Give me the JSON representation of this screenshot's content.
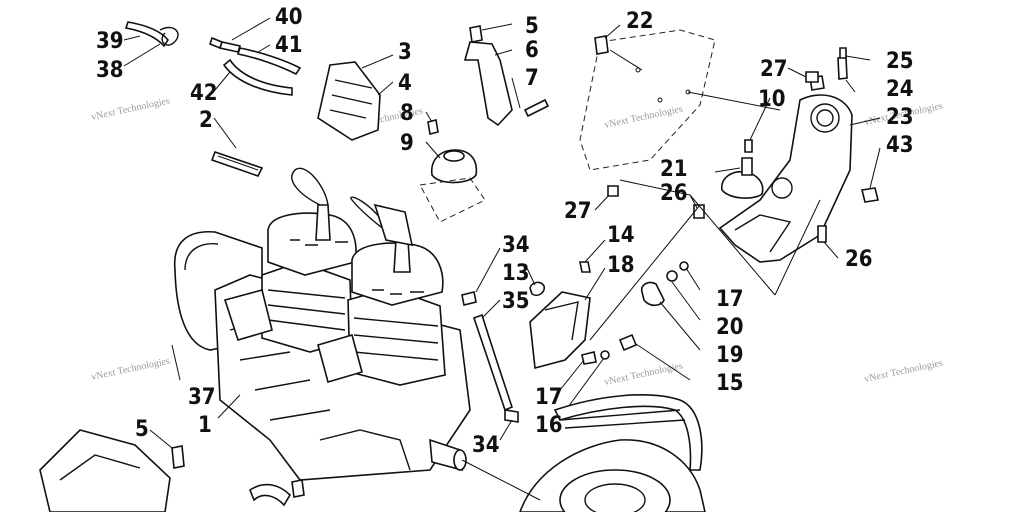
{
  "callouts": {
    "n1": "1",
    "n2": "2",
    "n3": "3",
    "n4": "4",
    "n5a": "5",
    "n5b": "5",
    "n6": "6",
    "n7": "7",
    "n8": "8",
    "n9": "9",
    "n10": "10",
    "n13": "13",
    "n14": "14",
    "n15": "15",
    "n16": "16",
    "n17a": "17",
    "n17b": "17",
    "n18": "18",
    "n19": "19",
    "n20": "20",
    "n21": "21",
    "n22": "22",
    "n23": "23",
    "n24": "24",
    "n25": "25",
    "n26a": "26",
    "n26b": "26",
    "n27a": "27",
    "n27b": "27",
    "n34a": "34",
    "n34b": "34",
    "n35": "35",
    "n37": "37",
    "n38": "38",
    "n39": "39",
    "n40": "40",
    "n41": "41",
    "n42": "42",
    "n43": "43"
  },
  "watermark": {
    "line1": "vNext Technologies",
    "line2": "Technologies"
  }
}
